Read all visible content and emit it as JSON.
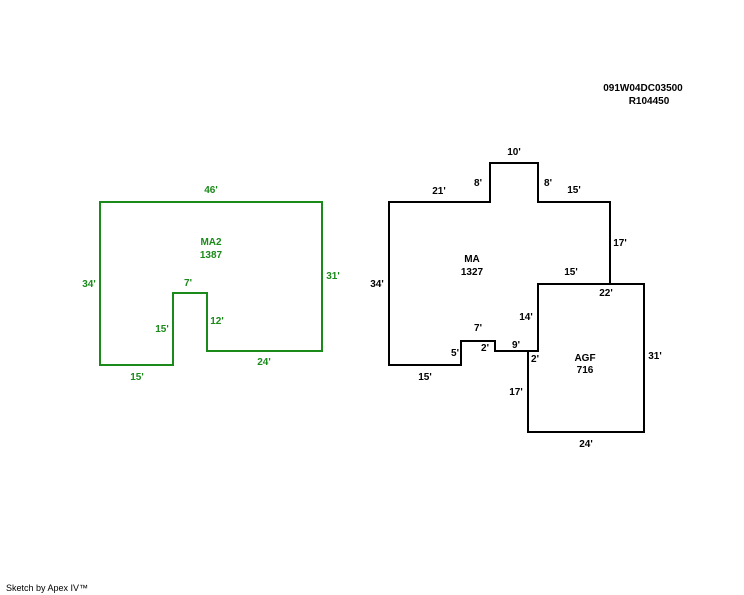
{
  "header": {
    "parcel_id": "091W04DC03500",
    "account_id": "R104450"
  },
  "footer": {
    "credit": "Sketch by Apex IV™"
  },
  "colors": {
    "ma2": "#1a8a1a",
    "ma": "#000000"
  },
  "areas": {
    "ma2": {
      "name": "MA2",
      "sqft": "1387",
      "dims": {
        "top": "46'",
        "right": "31'",
        "bottom_right": "24'",
        "notch_right": "12'",
        "notch_top": "7'",
        "notch_left": "15'",
        "bottom_left": "15'",
        "left": "34'"
      }
    },
    "ma": {
      "name": "MA",
      "sqft": "1327",
      "dims": {
        "top_left": "21'",
        "bump_left": "8'",
        "bump_top": "10'",
        "bump_right": "8'",
        "top_right": "15'",
        "right": "17'",
        "inner_15": "15'",
        "inner_14": "14'",
        "step_9": "9'",
        "step_7": "7'",
        "step_2": "2'",
        "step_5": "5'",
        "bottom": "15'",
        "left": "34'"
      }
    },
    "agf": {
      "name": "AGF",
      "sqft": "716",
      "dims": {
        "top": "22'",
        "right": "31'",
        "bottom": "24'",
        "left": "17'",
        "top_left": "2'"
      }
    }
  }
}
